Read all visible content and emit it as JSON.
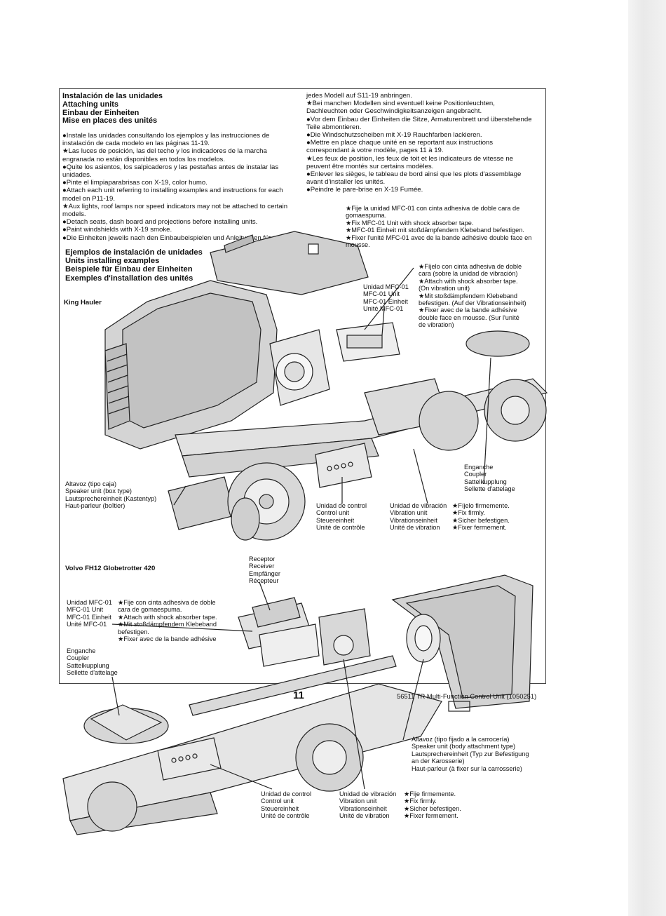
{
  "header": {
    "titles": [
      "Instalación de las unidades",
      "Attaching units",
      "Einbau der Einheiten",
      "Mise en places des unités"
    ]
  },
  "intro_left": [
    "●Instale las unidades consultando los ejemplos y las instrucciones de instalación de cada modelo en las páginas 11-19.",
    "★Las luces de posición, las del techo y los indicadores de la marcha engranada no están disponibles en todos los modelos.",
    "●Quite los asientos, los salpicaderos y las pestañas antes de instalar las unidades.",
    "●Pinte el limpiaparabrisas con X-19, color humo.",
    "●Attach each unit referring to installing examples and instructions for each model on P11-19.",
    "★Aux lights, roof lamps nor speed indicators may not be attached to certain models.",
    "●Detach seats, dash board and projections before installing units.",
    "●Paint windshields with X-19 smoke.",
    "●Die Einheiten jeweils nach den Einbaubeispielen und Anleitungen für"
  ],
  "intro_right": [
    "jedes Modell auf S11-19 anbringen.",
    "★Bei manchen Modellen sind eventuell keine Positionleuchten, Dachleuchten oder Geschwindigkeitsanzeigen angebracht.",
    "●Vor dem Einbau der Einheiten die Sitze, Armaturenbrett und überstehende Teile abmontieren.",
    "●Die Windschutzscheiben mit X-19 Rauchfarben lackieren.",
    "●Mettre en place chaque unité en se reportant aux instructions correspondant à votre modèle, pages 11 à 19.",
    "★Les feux de position, les feux de toit et les indicateurs de vitesse ne peuvent être montés sur certains modèles.",
    "●Enlever les sièges, le tableau de bord ainsi que les plots d'assemblage avant d'installer les unités.",
    "●Peindre le pare-brise en X-19 Fumée."
  ],
  "examples_heading": [
    "Ejemplos de instalación de unidades",
    "Units installing examples",
    "Beispiele für Einbau der Einheiten",
    "Exemples d'installation des unités"
  ],
  "model_1": "King Hauler",
  "model_2": "Volvo FH12 Globetrotter 420",
  "notes": {
    "mfc_tape": [
      "★Fije la unidad MFC-01 con cinta adhesiva de doble cara de gomaespuma.",
      "★Fix MFC-01 Unit with shock absorber tape.",
      "★MFC-01 Einheit mit stoßdämpfendem Klebeband befestigen.",
      "★Fixer l'unité MFC-01 avec de la bande adhésive double face en mousse."
    ],
    "fijelo": [
      "★Fíjelo con cinta adhesiva de doble",
      "cara (sobre la unidad de vibración)",
      "★Attach with shock absorber tape.",
      "(On vibration unit)",
      "★Mit stoßdämpfendem Klebeband",
      "befestigen. (Auf der Vibrationseinheit)",
      "★Fixer avec de la bande adhésive",
      "double face en mousse. (Sur l'unité",
      "de vibration)"
    ],
    "mfc_unit": [
      "Unidad MFC-01",
      "MFC-01 Unit",
      "MFC-01 Einheit",
      "Unité MFC-01"
    ],
    "coupler": [
      "Enganche",
      "Coupler",
      "Sattelkupplung",
      "Sellette d'attelage"
    ],
    "speaker_box": [
      "Altavoz (tipo caja)",
      "Speaker unit (box type)",
      "Lautsprechereinheit (Kastentyp)",
      "Haut-parleur (boîtier)"
    ],
    "control_unit": [
      "Unidad de control",
      "Control unit",
      "Steuereinheit",
      "Unité de contrôle"
    ],
    "vibration_unit": [
      "Unidad de vibración",
      "Vibration unit",
      "Vibrationseinheit",
      "Unité de vibration"
    ],
    "fix_firmly": [
      "★Fíjelo firmemente.",
      "★Fix firmly.",
      "★Sicher befestigen.",
      "★Fixer fermement."
    ],
    "receiver": [
      "Receptor",
      "Receiver",
      "Empfänger",
      "Récepteur"
    ],
    "mfc_unit_b": [
      "Unidad MFC-01",
      "MFC-01 Unit",
      "MFC-01 Einheit",
      "Unité MFC-01"
    ],
    "mfc_tape_b": [
      "★Fije con cinta adhesiva de doble",
      "cara de gomaespuma.",
      "★Attach with shock absorber tape.",
      "★Mit stoßdämpfendem Klebeband",
      "befestigen.",
      "★Fixer avec de la bande adhésive"
    ],
    "coupler_b": [
      "Enganche",
      "Coupler",
      "Sattelkupplung",
      "Sellette d'attelage"
    ],
    "speaker_body": [
      "Altavoz (tipo fijado a la carrocería)",
      "Speaker unit (body attachment type)",
      "Lautsprechereinheit (Typ zur Befestigung",
      "an der Karosserie)",
      "Haut-parleur (à fixer sur la carrosserie)"
    ],
    "control_unit_b": [
      "Unidad de control",
      "Control unit",
      "Steuereinheit",
      "Unité de contrôle"
    ],
    "vibration_unit_b": [
      "Unidad de vibración",
      "Vibration unit",
      "Vibrationseinheit",
      "Unité de vibration"
    ],
    "fix_firmly_b": [
      "★Fije firmemente.",
      "★Fix firmly.",
      "★Sicher befestigen.",
      "★Fixer fermement."
    ]
  },
  "footer": {
    "page_number": "11",
    "product": "56511 TR Multi-Function Control Unit (1050251)"
  }
}
